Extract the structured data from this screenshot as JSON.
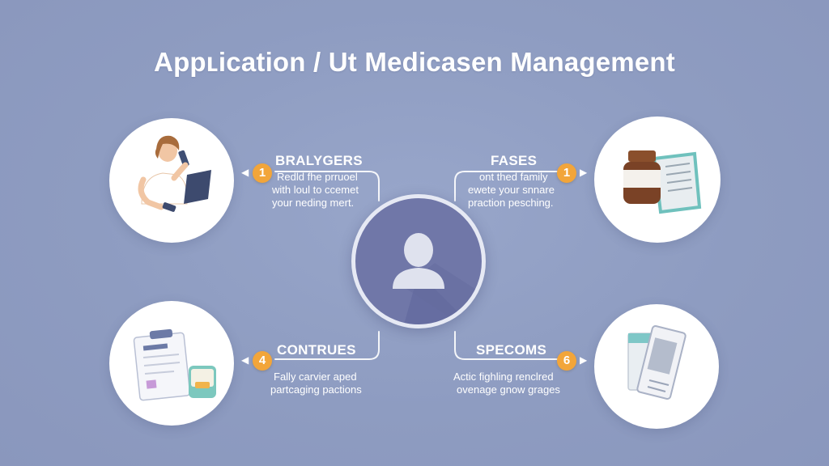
{
  "title": "Appʟication / Ut Medicasen Management",
  "nodes": {
    "top_left": {
      "badge": "1",
      "heading": "BRALYGERS",
      "lines": [
        "Redld fhe prruoel",
        "with loul to ccemet",
        "your neding mert."
      ]
    },
    "top_right": {
      "badge": "1",
      "heading": "FASES",
      "lines": [
        "ont thed family",
        "ewete your snnare",
        "praction pesching."
      ]
    },
    "bottom_left": {
      "badge": "4",
      "heading": "CONTRUES",
      "lines": [
        "Fally carvier aped",
        "partcaging pactions"
      ]
    },
    "bottom_right": {
      "badge": "6",
      "heading": "SPECOMS",
      "lines": [
        "Actic fighling renclred",
        "ovenage gnow grages"
      ]
    }
  },
  "icons": {
    "center": "user-silhouette-icon",
    "top_left": "person-with-phone-and-laptop-icon",
    "top_right": "medicine-bottle-and-book-icon",
    "bottom_left": "clipboard-and-pill-box-icon",
    "bottom_right": "prescription-documents-icon"
  },
  "colors": {
    "background": "#8e9cc1",
    "center_fill": "#7077a8",
    "badge": "#f2a53a",
    "text": "#ffffff",
    "connector": "#ffffff"
  }
}
